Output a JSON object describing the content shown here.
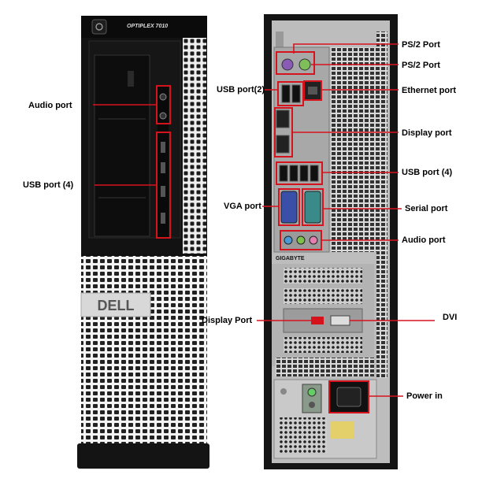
{
  "front": {
    "model": "OPTIPLEX 7010",
    "brand": "DELL",
    "labels": {
      "audio": "Audio port",
      "usb": "USB port (4)"
    }
  },
  "rear": {
    "board_brand": "GIGABYTE",
    "labels": {
      "ps2_1": "PS/2 Port",
      "ps2_2": "PS/2 Port",
      "usb2": "USB port(2)",
      "ethernet": "Ethernet port",
      "display": "Display port",
      "usb4": "USB port (4)",
      "vga": "VGA port",
      "serial": "Serial port",
      "audio": "Audio port",
      "display_card": "Display Port",
      "dvi": "DVI",
      "power": "Power in"
    }
  },
  "colors": {
    "callout": "#d6131d",
    "chassis": "#111111",
    "mesh": "#e9e9e9",
    "ps2_purple": "#8a5bb5",
    "ps2_green": "#7fbf5a",
    "vga_blue": "#3a4fa8",
    "serial_teal": "#3a8a8a"
  }
}
